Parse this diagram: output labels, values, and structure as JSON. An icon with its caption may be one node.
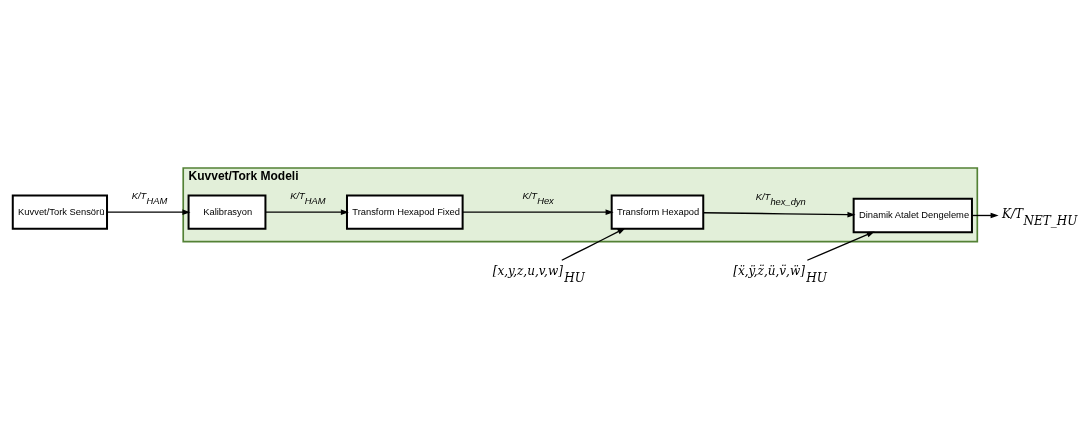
{
  "diagram": {
    "nodes": [
      {
        "text": [
          "Kuvvet/Tork Sensörü"
        ]
      },
      {
        "text": [
          "Kuvvet/Tork Modeli"
        ]
      },
      {
        "text": [
          "Kalibrasyon"
        ],
        "in": 1
      },
      {
        "text": [
          "Transform Hexapod Fixed"
        ],
        "in": 1
      },
      {
        "text": [
          "Transform Hexapod"
        ],
        "in": 1
      },
      {
        "text": [
          "Dinamik Atalet Dengeleme"
        ],
        "in": 1
      },
      {
        "text": [
          "[x,y,z,u,v,w]$_{HU}$"
        ]
      },
      {
        "text": [
          "[ẍ,ÿ,z̈,ü,v̈,ẅ]$_{HU}$"
        ]
      },
      {
        "text": [
          "K/T$_{NET_HU}$"
        ]
      }
    ],
    "edges": [
      {
        "from": 0,
        "to": 2,
        "arrow": "to",
        "label": "K/T$_{HAM}$"
      },
      {
        "from": 2,
        "to": 3,
        "arrow": "to",
        "label": "K/T$_{HAM}$"
      },
      {
        "from": 3,
        "to": 4,
        "arrow": "to",
        "label": "K/T$_{Hex}$"
      },
      {
        "from": 4,
        "to": 5,
        "arrow": "to",
        "label": "K/T$_{hex_dyn}$"
      },
      {
        "from": 6,
        "to": 4,
        "arrow": "to"
      },
      {
        "from": 7,
        "to": 5,
        "arrow": "to"
      },
      {
        "from": 5,
        "to": 8,
        "arrow": "to"
      }
    ]
  }
}
